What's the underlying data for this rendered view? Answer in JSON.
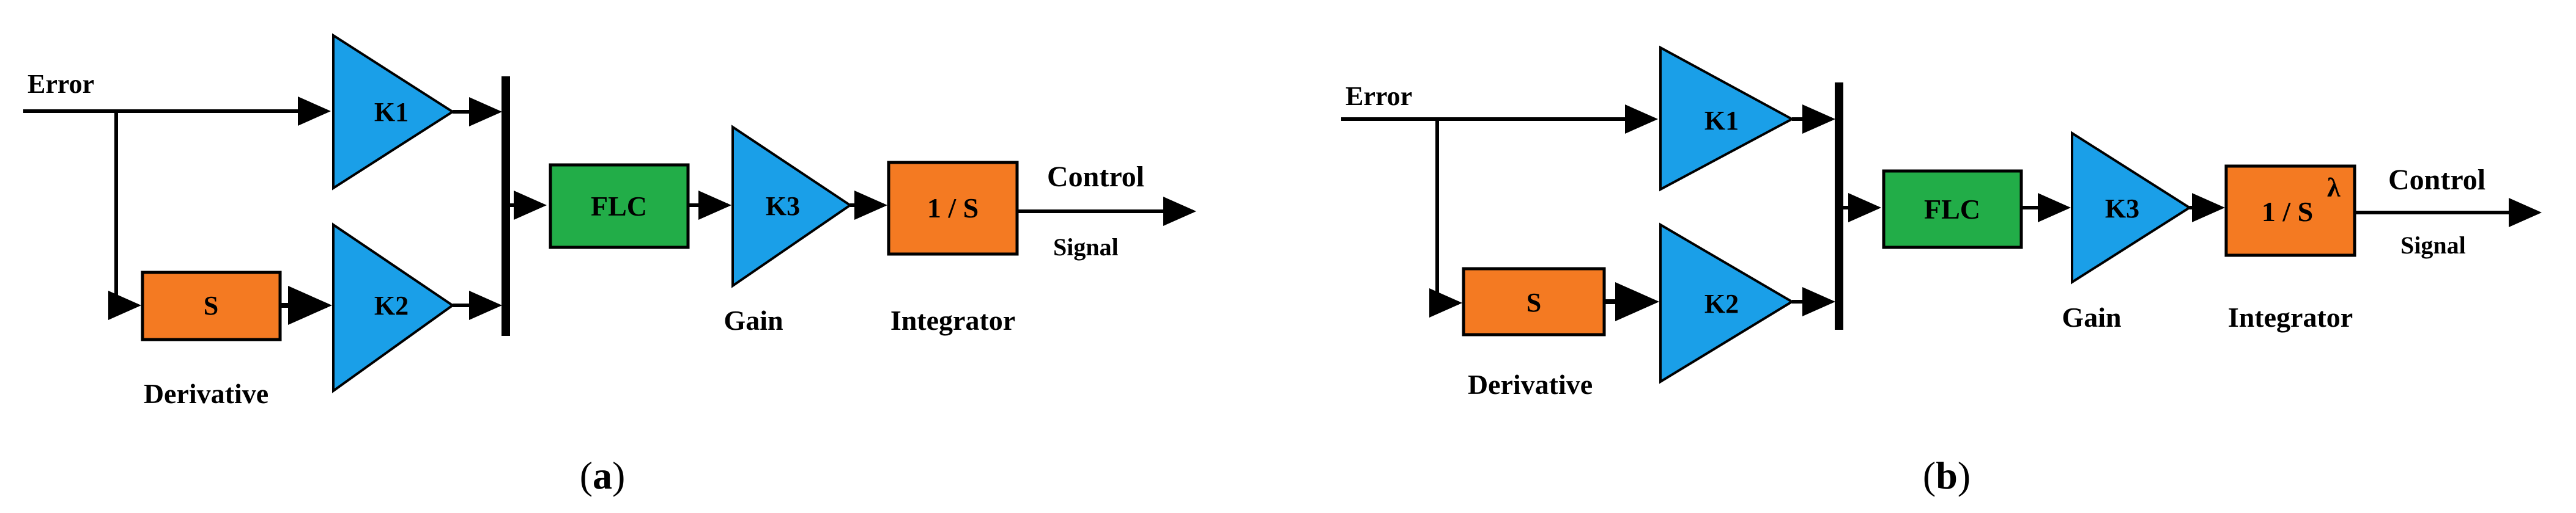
{
  "colors": {
    "gain_fill": "#1a9fe8",
    "flc_fill": "#22ad48",
    "block_fill": "#f47a22",
    "stroke": "#000000"
  },
  "diagram_a": {
    "error_label": "Error",
    "k1_label": "K1",
    "k2_label": "K2",
    "derivative_block_label": "S",
    "derivative_caption": "Derivative",
    "flc_label": "FLC",
    "k3_label": "K3",
    "gain_caption": "Gain",
    "integrator_block_label": "1 / S",
    "integrator_caption": "Integrator",
    "output_label_line1": "Control",
    "output_label_line2": "Signal",
    "caption_open": "(",
    "caption_letter": "a",
    "caption_close": ")"
  },
  "diagram_b": {
    "error_label": "Error",
    "k1_label": "K1",
    "k2_label": "K2",
    "derivative_block_label": "S",
    "derivative_caption": "Derivative",
    "flc_label": "FLC",
    "k3_label": "K3",
    "gain_caption": "Gain",
    "integrator_block_label": "1 / S",
    "integrator_exponent": "λ",
    "integrator_caption": "Integrator",
    "output_label_line1": "Control",
    "output_label_line2": "Signal",
    "caption_open": "(",
    "caption_letter": "b",
    "caption_close": ")"
  }
}
